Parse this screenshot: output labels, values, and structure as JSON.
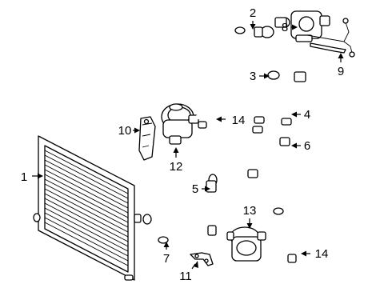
{
  "callouts": {
    "c1": "1",
    "c2": "2",
    "c3": "3",
    "c4": "4",
    "c5": "5",
    "c6": "6",
    "c7": "7",
    "c8": "8",
    "c9": "9",
    "c10": "10",
    "c11": "11",
    "c12": "12",
    "c13": "13",
    "c14a": "14",
    "c14b": "14"
  },
  "colors": {
    "line": "#000000",
    "background": "#ffffff"
  }
}
